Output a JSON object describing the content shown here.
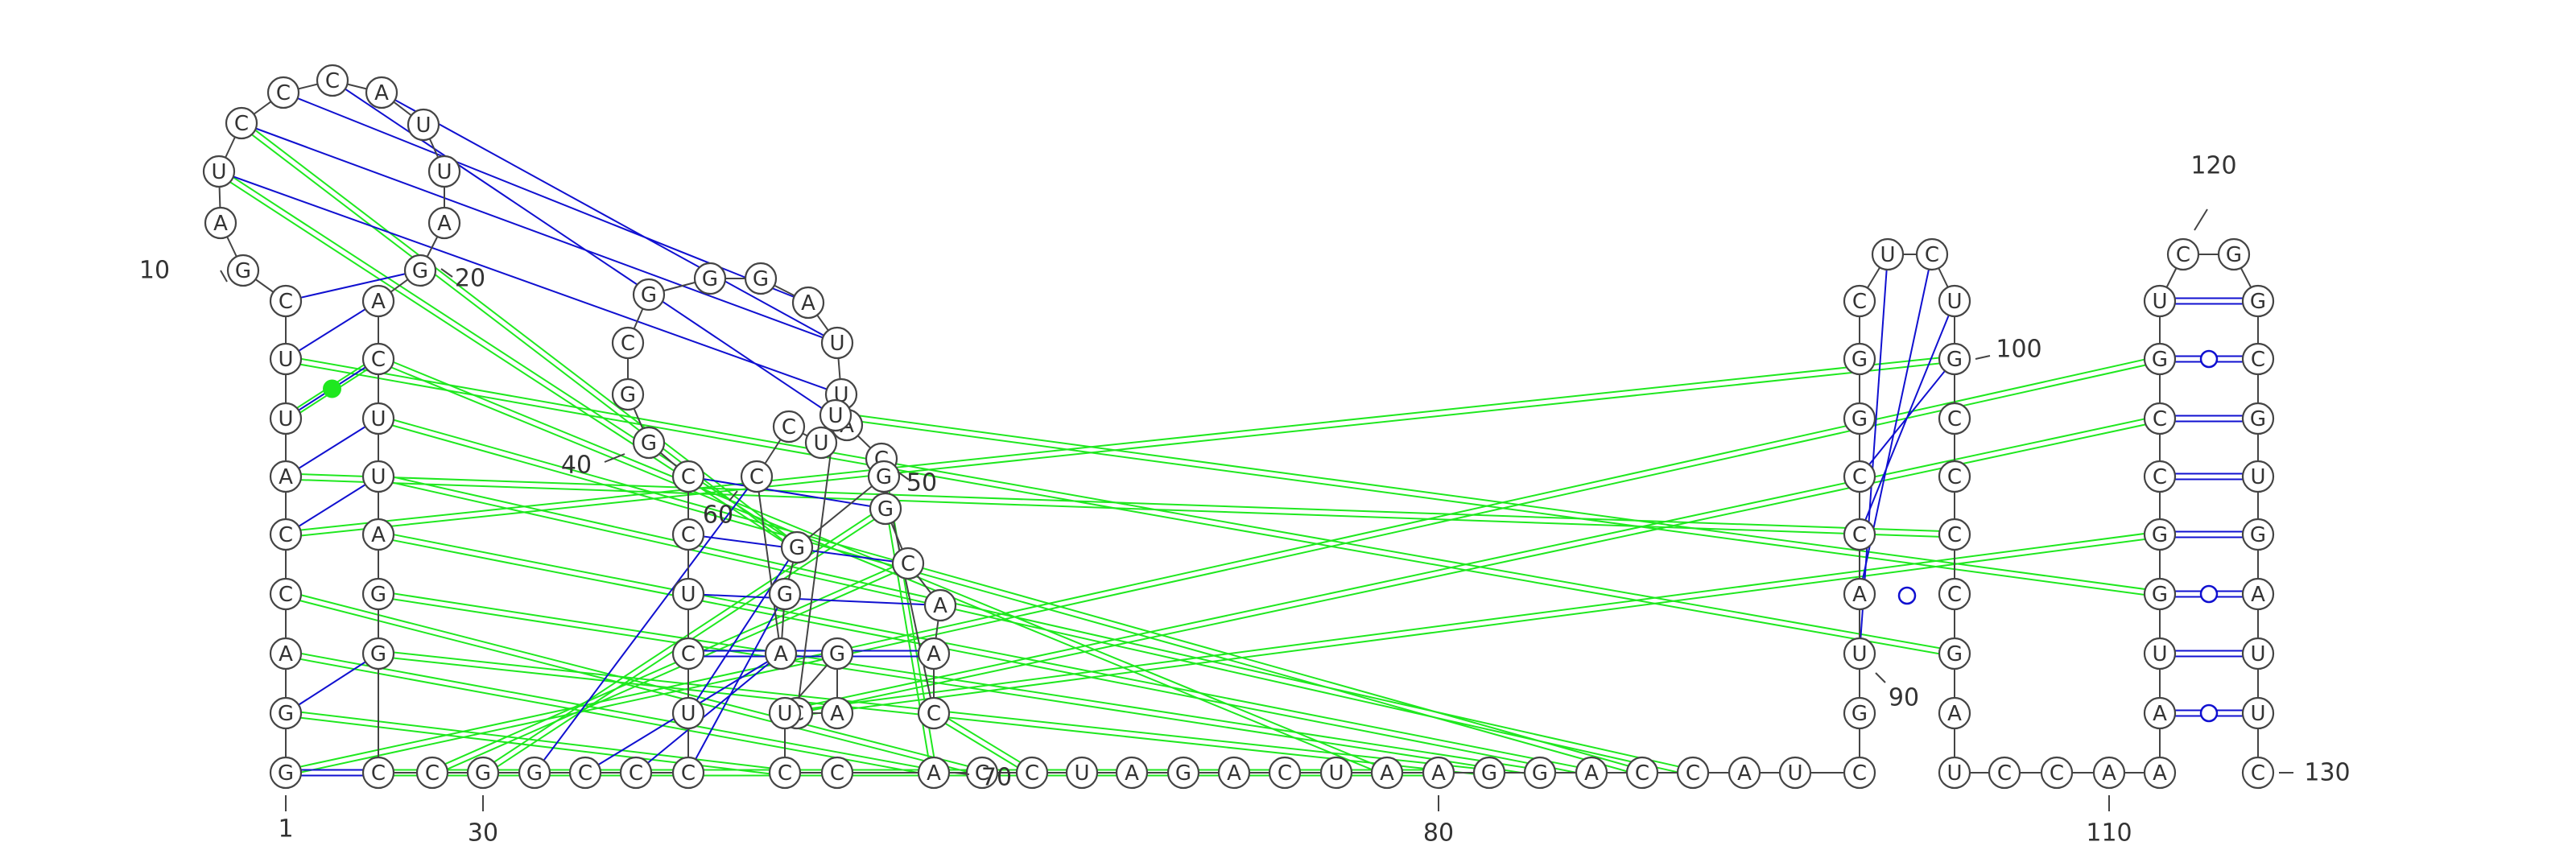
{
  "colors": {
    "canonical_pair": "#1010d0",
    "noncanonical_pair": "#1fe81f",
    "nucleotide_stroke": "#444444",
    "backbone": "#444444"
  },
  "diagram": {
    "sequence": [
      "G",
      "G",
      "A",
      "C",
      "C",
      "A",
      "U",
      "U",
      "C",
      "G",
      "A",
      "U",
      "C",
      "C",
      "C",
      "A",
      "U",
      "U",
      "A",
      "G",
      "A",
      "C",
      "U",
      "U",
      "A",
      "G",
      "G",
      "C",
      "C",
      "G",
      "G",
      "C",
      "C",
      "C",
      "U",
      "C",
      "U",
      "C",
      "C",
      "G",
      "G",
      "C",
      "G",
      "G",
      "G",
      "A",
      "U",
      "U",
      "A",
      "C",
      "G",
      "C",
      "A",
      "A",
      "C",
      "G",
      "G",
      "G",
      "A",
      "C",
      "C",
      "U",
      "U",
      "C",
      "A",
      "G",
      "U",
      "C",
      "C",
      "A",
      "C",
      "C",
      "U",
      "A",
      "G",
      "A",
      "C",
      "U",
      "A",
      "A",
      "G",
      "G",
      "A",
      "C",
      "C",
      "A",
      "U",
      "C",
      "G",
      "U",
      "A",
      "C",
      "C",
      "G",
      "G",
      "C",
      "U",
      "C",
      "U",
      "G",
      "C",
      "C",
      "C",
      "C",
      "G",
      "A",
      "U",
      "C",
      "C",
      "A",
      "A",
      "A",
      "U",
      "G",
      "G",
      "C",
      "C",
      "G",
      "U",
      "C",
      "G",
      "G",
      "C",
      "G",
      "U",
      "G",
      "A",
      "U",
      "U",
      "C"
    ],
    "numbering_labels": [
      {
        "pos": 1,
        "text": "1"
      },
      {
        "pos": 10,
        "text": "10"
      },
      {
        "pos": 20,
        "text": "20"
      },
      {
        "pos": 30,
        "text": "30"
      },
      {
        "pos": 40,
        "text": "40"
      },
      {
        "pos": 50,
        "text": "50"
      },
      {
        "pos": 60,
        "text": "60"
      },
      {
        "pos": 70,
        "text": "70"
      },
      {
        "pos": 80,
        "text": "80"
      },
      {
        "pos": 90,
        "text": "90"
      },
      {
        "pos": 100,
        "text": "100"
      },
      {
        "pos": 110,
        "text": "110"
      },
      {
        "pos": 120,
        "text": "120"
      },
      {
        "pos": 130,
        "text": "130"
      }
    ],
    "canonical_pairs": [
      [
        1,
        28
      ],
      [
        2,
        27
      ],
      [
        5,
        24
      ],
      [
        6,
        23
      ],
      [
        7,
        22
      ],
      [
        8,
        21
      ],
      [
        9,
        20
      ],
      [
        12,
        48
      ],
      [
        13,
        47
      ],
      [
        15,
        49
      ],
      [
        14,
        46
      ],
      [
        16,
        47
      ],
      [
        31,
        60
      ],
      [
        32,
        59
      ],
      [
        33,
        59
      ],
      [
        34,
        58
      ],
      [
        35,
        57
      ],
      [
        36,
        54
      ],
      [
        37,
        53
      ],
      [
        38,
        52
      ],
      [
        39,
        51
      ],
      [
        88,
        95
      ],
      [
        89,
        96
      ],
      [
        90,
        97
      ],
      [
        91,
        98
      ],
      [
        92,
        99
      ],
      [
        93,
        100
      ],
      [
        112,
        129
      ],
      [
        113,
        128
      ],
      [
        114,
        127
      ],
      [
        115,
        126
      ],
      [
        116,
        125
      ],
      [
        117,
        124
      ],
      [
        118,
        123
      ],
      [
        119,
        122
      ]
    ],
    "noncanonical_pairs": [
      [
        7,
        22
      ],
      [
        12,
        57
      ],
      [
        13,
        57
      ],
      [
        1,
        66
      ],
      [
        2,
        68
      ],
      [
        3,
        70
      ],
      [
        4,
        71
      ],
      [
        5,
        100
      ],
      [
        6,
        103
      ],
      [
        8,
        105
      ],
      [
        24,
        85
      ],
      [
        23,
        84
      ],
      [
        25,
        83
      ],
      [
        26,
        82
      ],
      [
        27,
        81
      ],
      [
        28,
        80
      ],
      [
        22,
        79
      ],
      [
        29,
        52
      ],
      [
        30,
        51
      ],
      [
        56,
        70
      ],
      [
        55,
        72
      ],
      [
        66,
        118
      ],
      [
        67,
        117
      ],
      [
        64,
        115
      ],
      [
        63,
        114
      ]
    ],
    "special_pairs": [
      {
        "a": 7,
        "b": 22,
        "kind": "filled-dot"
      },
      {
        "a": 88,
        "b": 101,
        "kind": "open-dot"
      },
      {
        "a": 112,
        "b": 129,
        "kind": "open-dot"
      },
      {
        "a": 114,
        "b": 127,
        "kind": "open-dot"
      },
      {
        "a": 118,
        "b": 123,
        "kind": "open-dot"
      }
    ]
  }
}
